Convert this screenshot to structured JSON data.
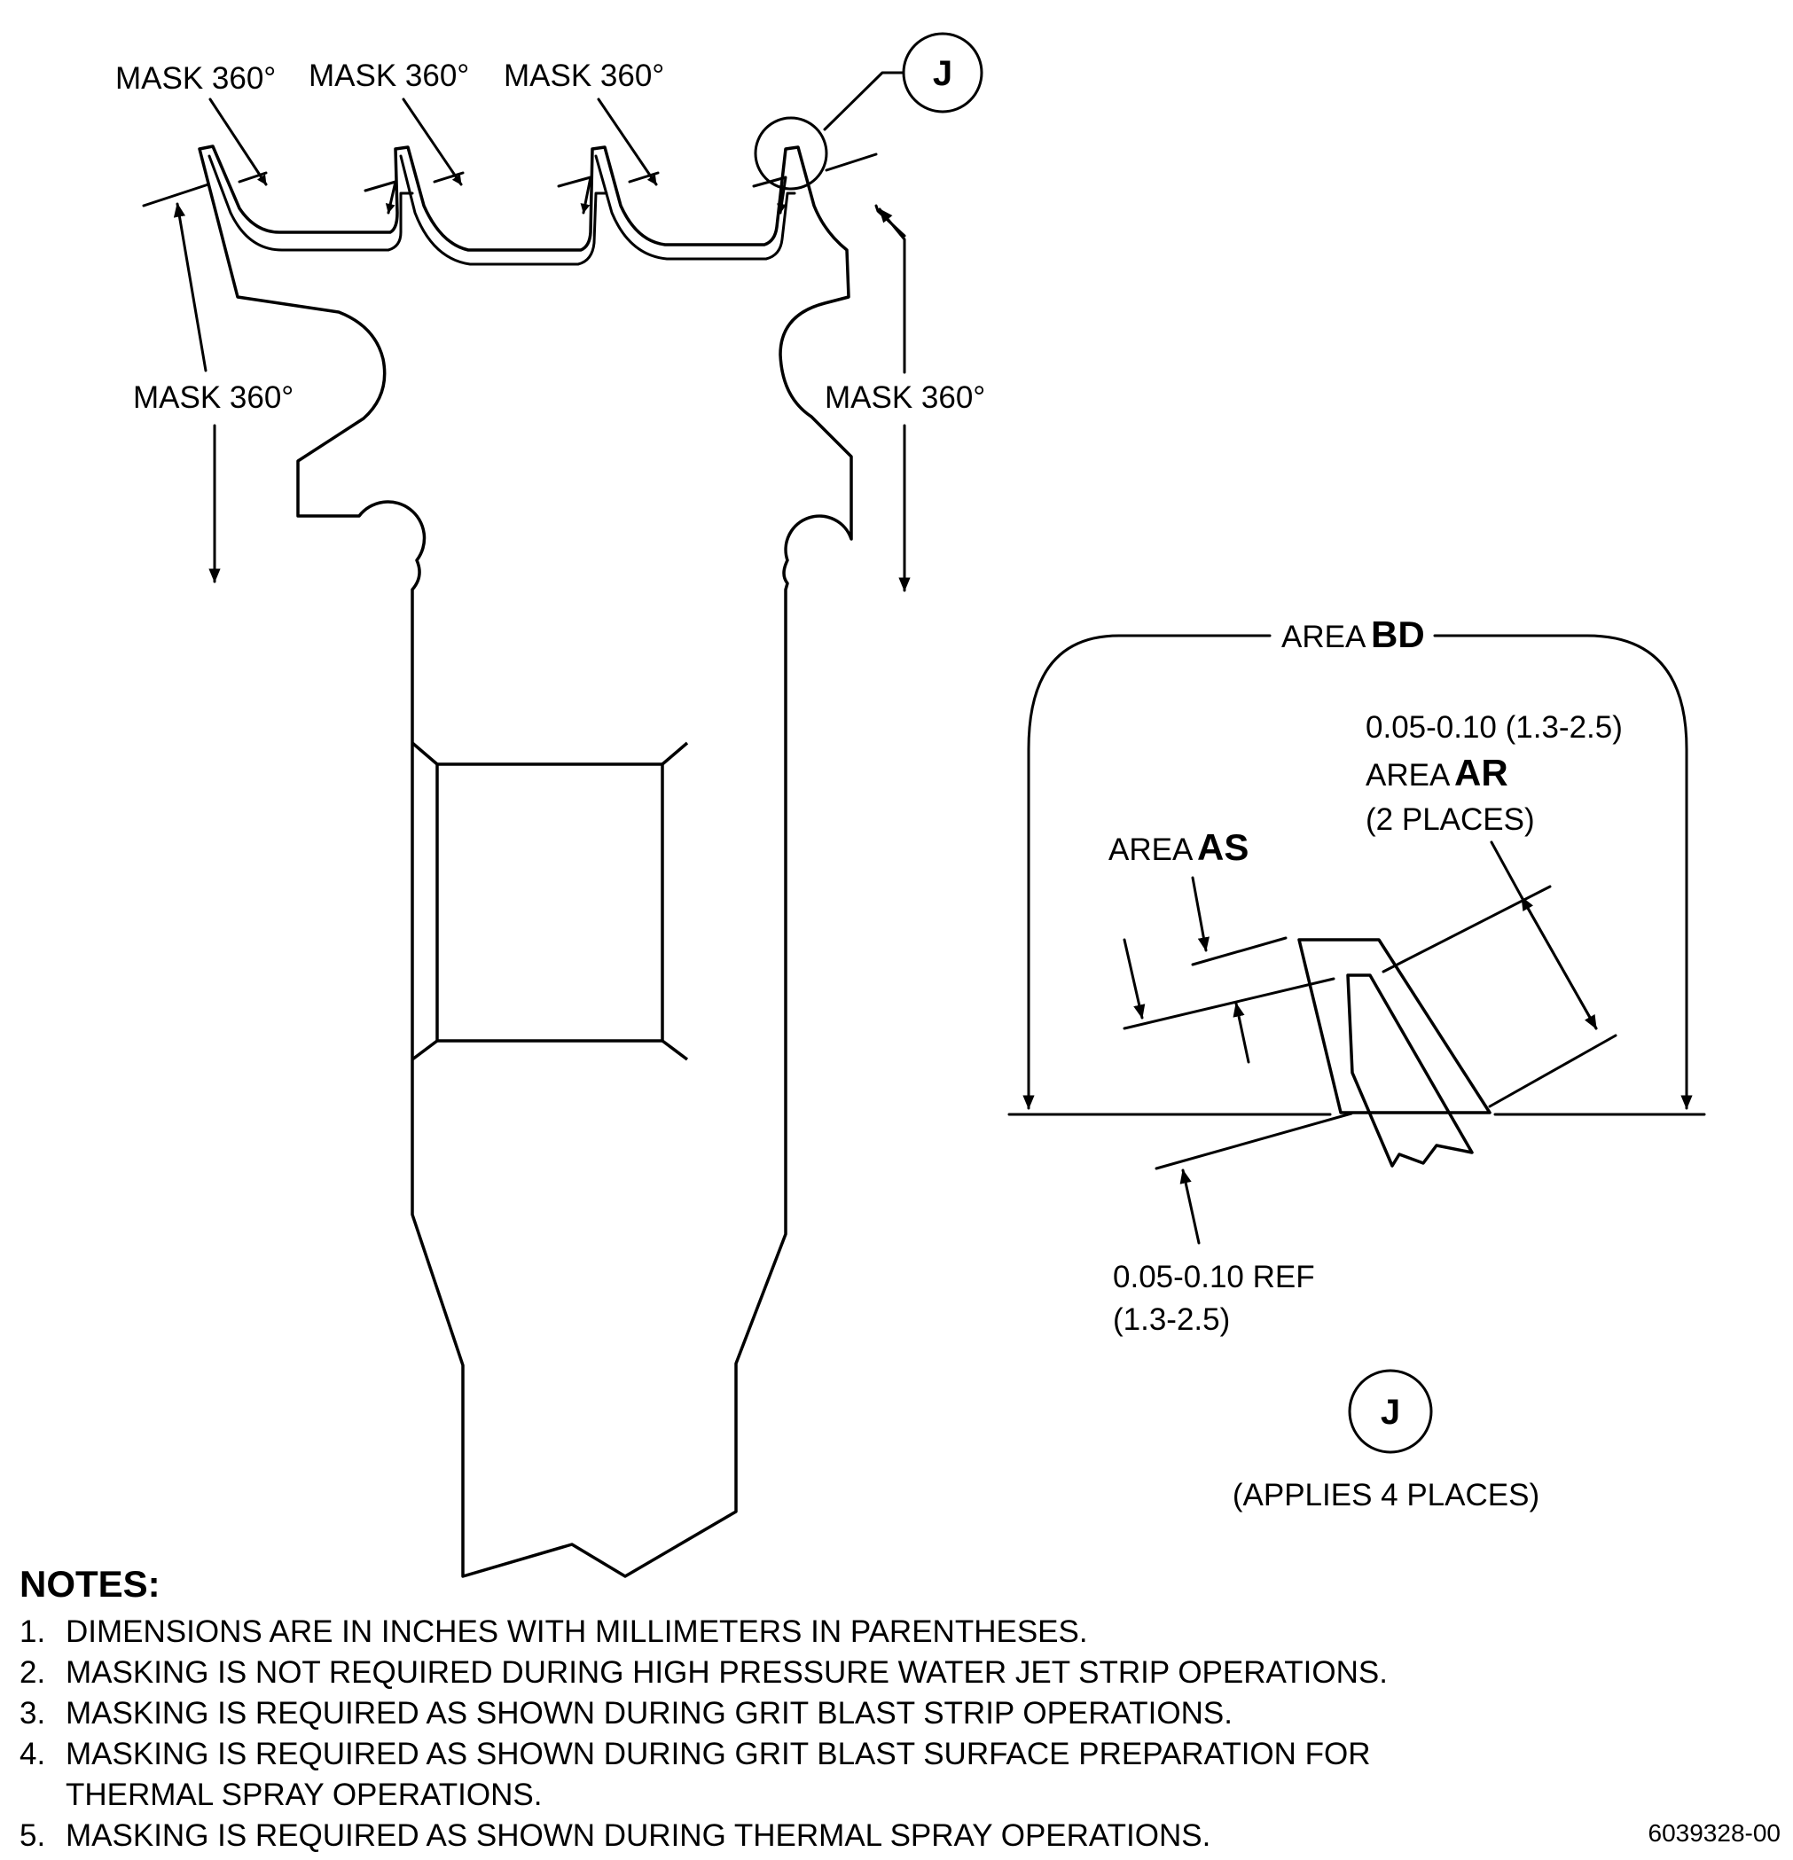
{
  "labels": {
    "mask_360": "MASK 360°",
    "detail_ref": "J",
    "area_bd_prefix": "AREA",
    "area_bd_code": "BD",
    "area_ar_dim": "0.05-0.10 (1.3-2.5)",
    "area_ar_prefix": "AREA",
    "area_ar_code": "AR",
    "area_ar_places": "(2 PLACES)",
    "area_as_prefix": "AREA",
    "area_as_code": "AS",
    "ref_dim_line1": "0.05-0.10 REF",
    "ref_dim_line2": "(1.3-2.5)",
    "detail_caption": "(APPLIES 4 PLACES)"
  },
  "notes": {
    "title": "NOTES:",
    "items": [
      {
        "num": "1.",
        "text": "DIMENSIONS ARE IN INCHES WITH MILLIMETERS IN PARENTHESES."
      },
      {
        "num": "2.",
        "text": "MASKING IS NOT REQUIRED DURING HIGH PRESSURE WATER JET STRIP OPERATIONS."
      },
      {
        "num": "3.",
        "text": "MASKING IS REQUIRED AS SHOWN DURING GRIT BLAST STRIP OPERATIONS."
      },
      {
        "num": "4.",
        "text": "MASKING IS REQUIRED AS SHOWN DURING GRIT BLAST SURFACE PREPARATION FOR"
      },
      {
        "num": "",
        "text": "THERMAL SPRAY OPERATIONS."
      },
      {
        "num": "5.",
        "text": "MASKING IS REQUIRED AS SHOWN DURING THERMAL SPRAY OPERATIONS."
      }
    ]
  },
  "document_number": "6039328-00"
}
